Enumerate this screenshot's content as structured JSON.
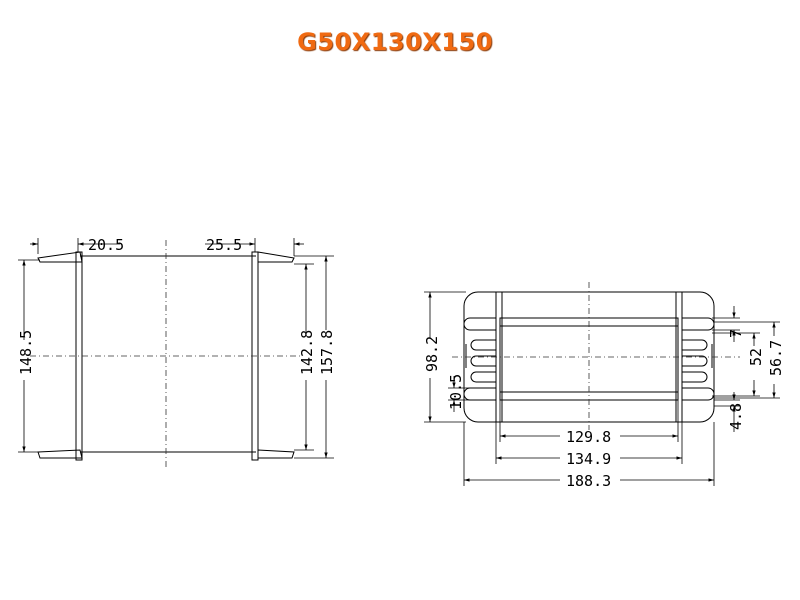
{
  "title": "G50X130X150",
  "left_view": {
    "dims": {
      "top_left_width": "20.5",
      "top_right_width": "25.5",
      "outer_height_left": "148.5",
      "inner_height": "142.8",
      "outer_height_right": "157.8"
    }
  },
  "right_view": {
    "dims": {
      "core_height": "98.2",
      "slot_height": "10.5",
      "fin_pitch": "7",
      "inner_height": "52",
      "outer_height": "56.7",
      "bottom_offset": "4.8",
      "inner_width": "129.8",
      "mid_width": "134.9",
      "overall_width": "188.3"
    }
  }
}
